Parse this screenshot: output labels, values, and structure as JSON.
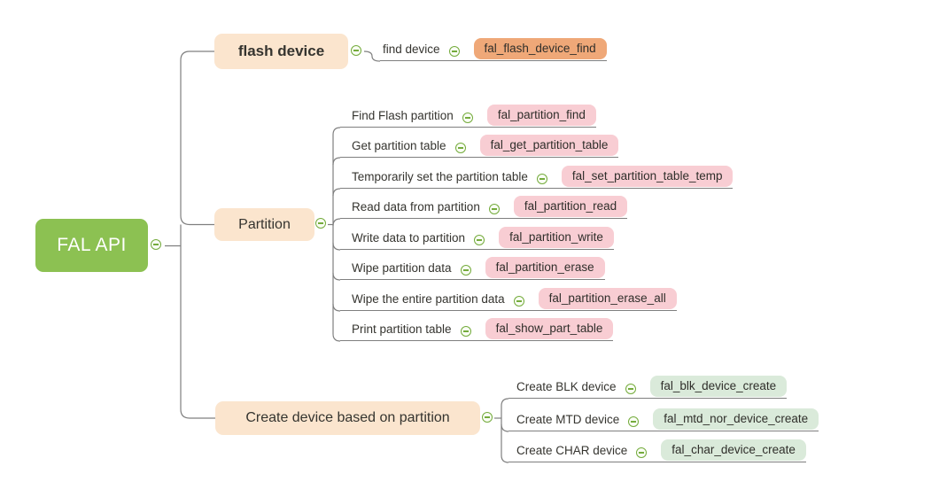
{
  "root": {
    "label": "FAL API"
  },
  "branches": [
    {
      "label": "flash device",
      "children": [
        {
          "label": "find device",
          "code": "fal_flash_device_find"
        }
      ]
    },
    {
      "label": "Partition",
      "children": [
        {
          "label": "Find Flash partition",
          "code": "fal_partition_find"
        },
        {
          "label": "Get partition table",
          "code": "fal_get_partition_table"
        },
        {
          "label": "Temporarily set the partition table",
          "code": "fal_set_partition_table_temp"
        },
        {
          "label": "Read data from partition",
          "code": "fal_partition_read"
        },
        {
          "label": "Write data to partition",
          "code": "fal_partition_write"
        },
        {
          "label": "Wipe partition data",
          "code": "fal_partition_erase"
        },
        {
          "label": "Wipe the entire partition data",
          "code": "fal_partition_erase_all"
        },
        {
          "label": "Print partition table",
          "code": "fal_show_part_table"
        }
      ]
    },
    {
      "label": "Create device based on partition",
      "children": [
        {
          "label": "Create BLK device",
          "code": "fal_blk_device_create"
        },
        {
          "label": "Create MTD device",
          "code": "fal_mtd_nor_device_create"
        },
        {
          "label": "Create CHAR device",
          "code": "fal_char_device_create"
        }
      ]
    }
  ],
  "icons": {
    "collapse": "minus-circle"
  },
  "colors": {
    "root_bg": "#8cc152",
    "branch_bg": "#fbe5ce",
    "code_orange": "#efa878",
    "code_pink": "#f8cdd3",
    "code_green": "#daeada",
    "line": "#7f7f7f",
    "collapse_icon": "#74ab3c"
  }
}
